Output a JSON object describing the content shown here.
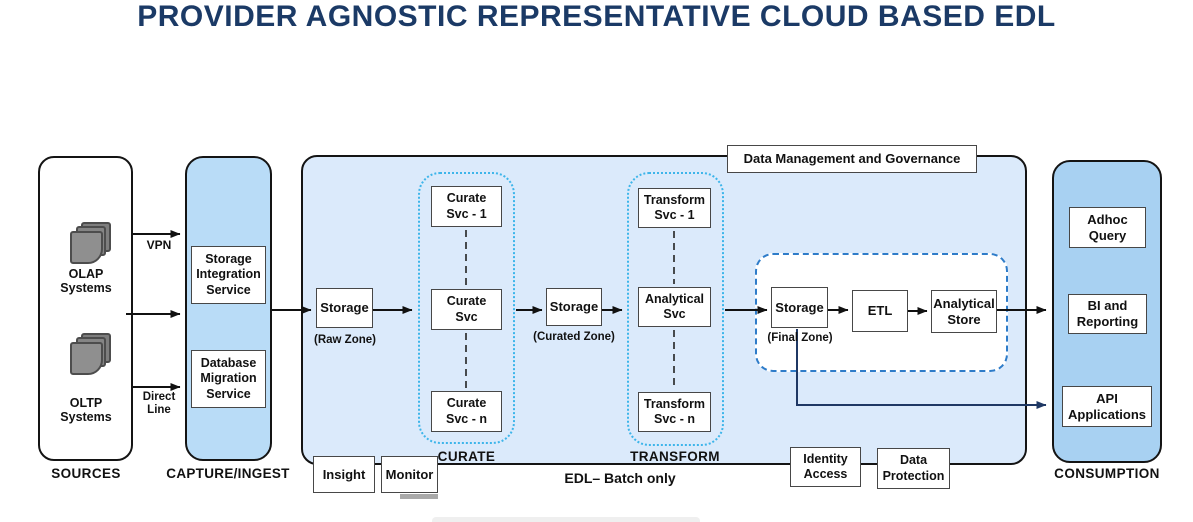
{
  "title": "PROVIDER AGNOSTIC REPRESENTATIVE CLOUD BASED EDL",
  "sources": {
    "label": "SOURCES",
    "olap": "OLAP\nSystems",
    "oltp": "OLTP\nSystems"
  },
  "links": {
    "vpn": "VPN",
    "direct": "Direct\nLine"
  },
  "capture": {
    "label": "CAPTURE/INGEST",
    "storage_integration": "Storage\nIntegration\nService",
    "database_migration": "Database\nMigration\nService"
  },
  "edl": {
    "label": "EDL– Batch only",
    "governance": "Data Management and Governance",
    "raw": {
      "box": "Storage",
      "zone": "(Raw Zone)"
    },
    "curate": {
      "label": "CURATE",
      "boxes": [
        "Curate\nSvc - 1",
        "Curate\nSvc",
        "Curate\nSvc - n"
      ]
    },
    "curated": {
      "box": "Storage",
      "zone": "(Curated Zone)"
    },
    "transform": {
      "label": "TRANSFORM",
      "boxes": [
        "Transform\nSvc - 1",
        "Analytical\nSvc",
        "Transform\nSvc - n"
      ]
    },
    "final": {
      "box": "Storage",
      "zone": "(Final Zone)",
      "etl": "ETL",
      "store": "Analytical\nStore"
    },
    "insight": "Insight",
    "monitor": "Monitor",
    "identity": "Identity\nAccess",
    "protection": "Data\nProtection"
  },
  "consumption": {
    "label": "CONSUMPTION",
    "boxes": [
      "Adhoc\nQuery",
      "BI and\nReporting",
      "API\nApplications"
    ]
  },
  "colors": {
    "title": "#1b3a66",
    "edl_fill": "#dbeafb",
    "capture_fill": "#b9dcf7",
    "consumption_fill": "#a8d1f2",
    "curate_border": "#3db5ea",
    "final_border": "#2e7cc9",
    "navy_line": "#1f3864"
  }
}
